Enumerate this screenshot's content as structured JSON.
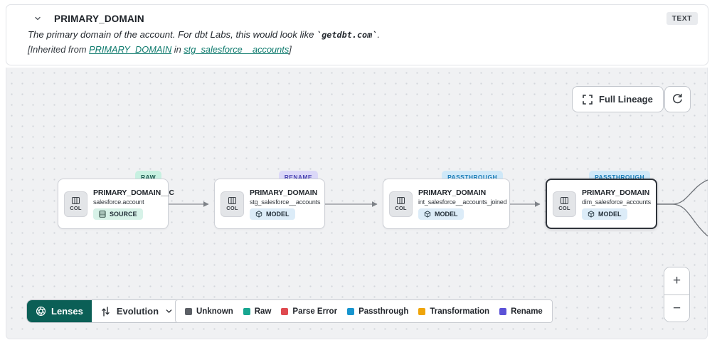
{
  "header": {
    "column_name": "PRIMARY_DOMAIN",
    "type_badge": "TEXT",
    "description": {
      "prefix": "The primary domain of the account. For dbt Labs, this would look like ",
      "code": "`getdbt.com`",
      "suffix": "."
    },
    "inherited": {
      "prefix": "[Inherited from ",
      "column_link": "PRIMARY_DOMAIN",
      "middle": " in ",
      "model_link": "stg_salesforce__accounts",
      "suffix": "]"
    }
  },
  "toolbar": {
    "full_lineage_label": "Full Lineage"
  },
  "graph": {
    "col_chip_label": "COL",
    "nodes": [
      {
        "title": "PRIMARY_DOMAIN__C",
        "subtitle": "salesforce.account",
        "resource_type": "SOURCE",
        "evolution_tag": "RAW",
        "selected": false
      },
      {
        "title": "PRIMARY_DOMAIN",
        "subtitle": "stg_salesforce__accounts",
        "resource_type": "MODEL",
        "evolution_tag": "RENAME",
        "selected": false
      },
      {
        "title": "PRIMARY_DOMAIN",
        "subtitle": "int_salesforce__accounts_joined",
        "resource_type": "MODEL",
        "evolution_tag": "PASSTHROUGH",
        "selected": false
      },
      {
        "title": "PRIMARY_DOMAIN",
        "subtitle": "dim_salesforce_accounts",
        "resource_type": "MODEL",
        "evolution_tag": "PASSTHROUGH",
        "selected": true
      }
    ]
  },
  "footer": {
    "lenses_label": "Lenses",
    "lens_selected": "Evolution",
    "legend": [
      {
        "label": "Unknown",
        "color": "#5c6066"
      },
      {
        "label": "Raw",
        "color": "#18a690"
      },
      {
        "label": "Parse Error",
        "color": "#df4a50"
      },
      {
        "label": "Passthrough",
        "color": "#1795cf"
      },
      {
        "label": "Transformation",
        "color": "#efa50a"
      },
      {
        "label": "Rename",
        "color": "#5b52d7"
      }
    ],
    "zoom_in": "+",
    "zoom_out": "−"
  },
  "colors": {
    "lenses_button": "#0b5f56",
    "link": "#0e7a6d",
    "raw_tag_bg": "#c7f0e1",
    "rename_tag_bg": "#dbd8f8",
    "passthrough_tag_bg": "#cfe8f8",
    "source_badge_bg": "#d7f2e8",
    "model_badge_bg": "#dcecf8"
  }
}
